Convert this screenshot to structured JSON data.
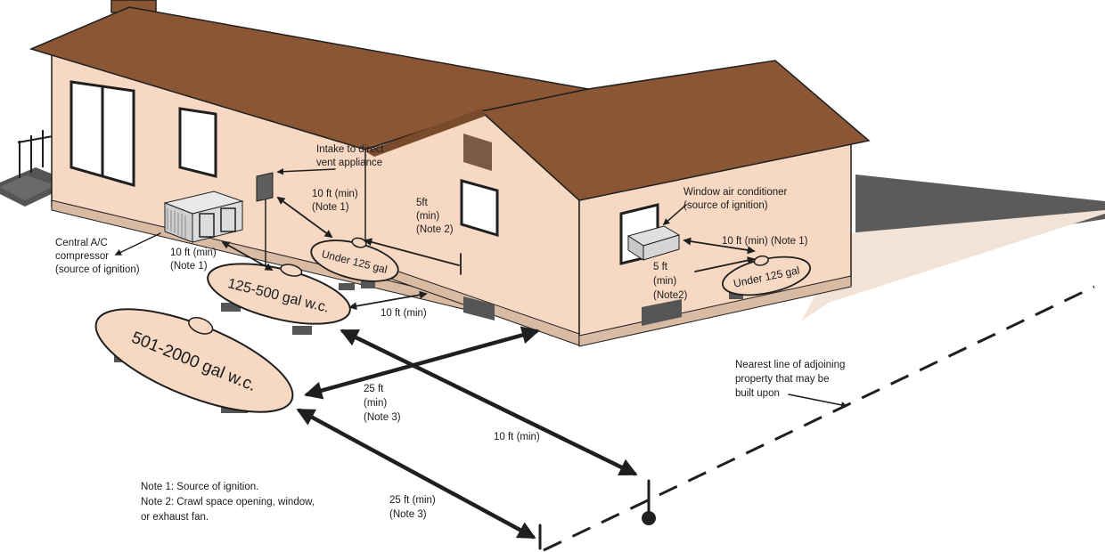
{
  "colors": {
    "wall": "#f7d9c3",
    "roof": "#8a5634",
    "outline": "#1f1f1f",
    "shadow": "#555555",
    "tank": "#f7d9c3",
    "dark": "#5e5e5e"
  },
  "labels": {
    "intake": [
      "Intake to direct",
      "vent appliance"
    ],
    "intake_dist": [
      "10 ft (min)",
      "(Note 1)"
    ],
    "intake_5ft": [
      "5ft",
      "(min)",
      "(Note 2)"
    ],
    "ac_unit": [
      "Central A/C",
      "compressor",
      "(source of ignition)"
    ],
    "ac_dist": [
      "10 ft (min)",
      "(Note 1)"
    ],
    "window_ac": [
      "Window air conditioner",
      "(source of ignition)"
    ],
    "window_ac_dist": "10 ft (min) (Note 1)",
    "window_5ft": [
      "5 ft",
      "(min)",
      "(Note2)"
    ],
    "tank_500_to_house": "10 ft (min)",
    "tank_2000_to_house": [
      "25 ft",
      "(min)",
      "(Note 3)"
    ],
    "tank_500_to_line": "10 ft  (min)",
    "tank_2000_to_line": [
      "25 ft (min)",
      "(Note 3)"
    ],
    "property_line": [
      "Nearest line of adjoining",
      "property that may be",
      "built upon"
    ],
    "notes": [
      "Note 1: Source of ignition.",
      "Note 2: Crawl space opening, window,",
      "or exhaust fan."
    ]
  },
  "tanks": {
    "small_left": "Under 125 gal",
    "small_right": "Under 125 gal",
    "medium": "125-500 gal w.c.",
    "large": "501-2000 gal w.c."
  }
}
